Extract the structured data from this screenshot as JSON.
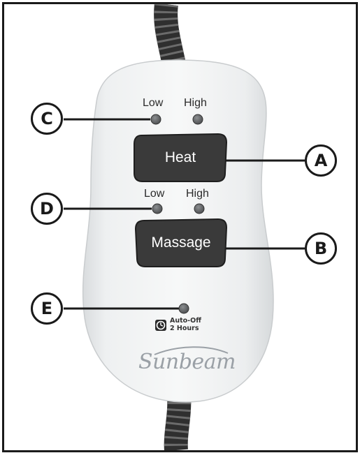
{
  "controller": {
    "brand": "Sunbeam",
    "heat_section": {
      "low_label": "Low",
      "high_label": "High",
      "button_label": "Heat"
    },
    "massage_section": {
      "low_label": "Low",
      "high_label": "High",
      "button_label": "Massage"
    },
    "auto_off": {
      "line1": "Auto-Off",
      "line2": "2 Hours"
    }
  },
  "callouts": {
    "a": "A",
    "b": "B",
    "c": "C",
    "d": "D",
    "e": "E"
  },
  "colors": {
    "frame": "#1a1a1a",
    "body": "#eceeef",
    "button": "#3a3a3a",
    "indicator": "#5a5d5f",
    "cord": "#3b3b3b"
  }
}
